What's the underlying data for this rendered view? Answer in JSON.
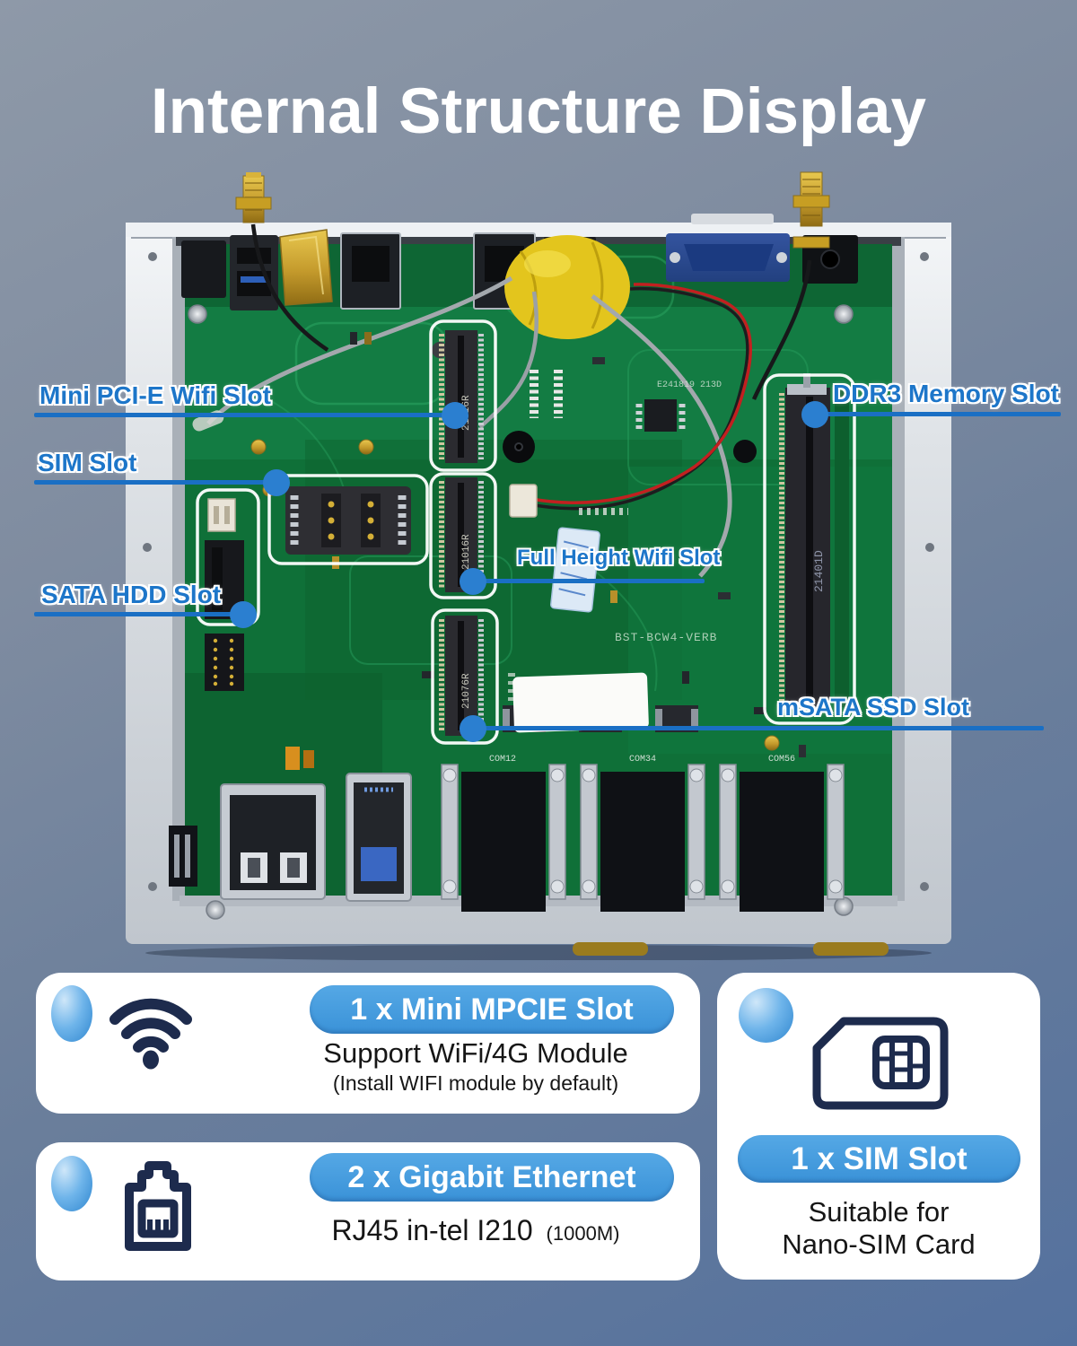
{
  "title": "Internal Structure Display",
  "callouts": [
    {
      "label": "Mini PCI-E Wifi Slot"
    },
    {
      "label": "SIM Slot"
    },
    {
      "label": "SATA HDD Slot"
    },
    {
      "label": "DDR3 Memory Slot"
    },
    {
      "label": "Full Height Wifi Slot"
    },
    {
      "label": "mSATA SSD Slot"
    }
  ],
  "board_markings": {
    "model": "BST-BCW4-VERB",
    "pcb_code": "E241819 213D",
    "slot1": "21016R",
    "slot2": "21016R",
    "slot3": "21076R",
    "ram": "21401D",
    "com1": "COM12",
    "com2": "COM34",
    "com3": "COM56"
  },
  "features": [
    {
      "icon": "wifi-icon",
      "badge": "1 x Mini MPCIE Slot",
      "line1": "Support WiFi/4G Module",
      "line2": "(Install WIFI module by default)"
    },
    {
      "icon": "ethernet-icon",
      "badge": "2 x Gigabit Ethernet",
      "line1": "RJ45 in-tel I210",
      "line1_suffix": "(1000M)"
    },
    {
      "icon": "sim-icon",
      "badge": "1 x SIM Slot",
      "line1": "Suitable for",
      "line2": "Nano-SIM Card"
    }
  ],
  "colors": {
    "accent_blue": "#1d76c9",
    "line_blue": "#1a6fc4",
    "dot_blue": "#2b7fd0",
    "pill_blue": "#3f9ade",
    "icon_navy": "#1d2b4d",
    "pcb_green": "#0f7038",
    "case_silver": "#dfe3e7",
    "background_top": "#8e99a8",
    "background_bottom": "#54719e"
  }
}
